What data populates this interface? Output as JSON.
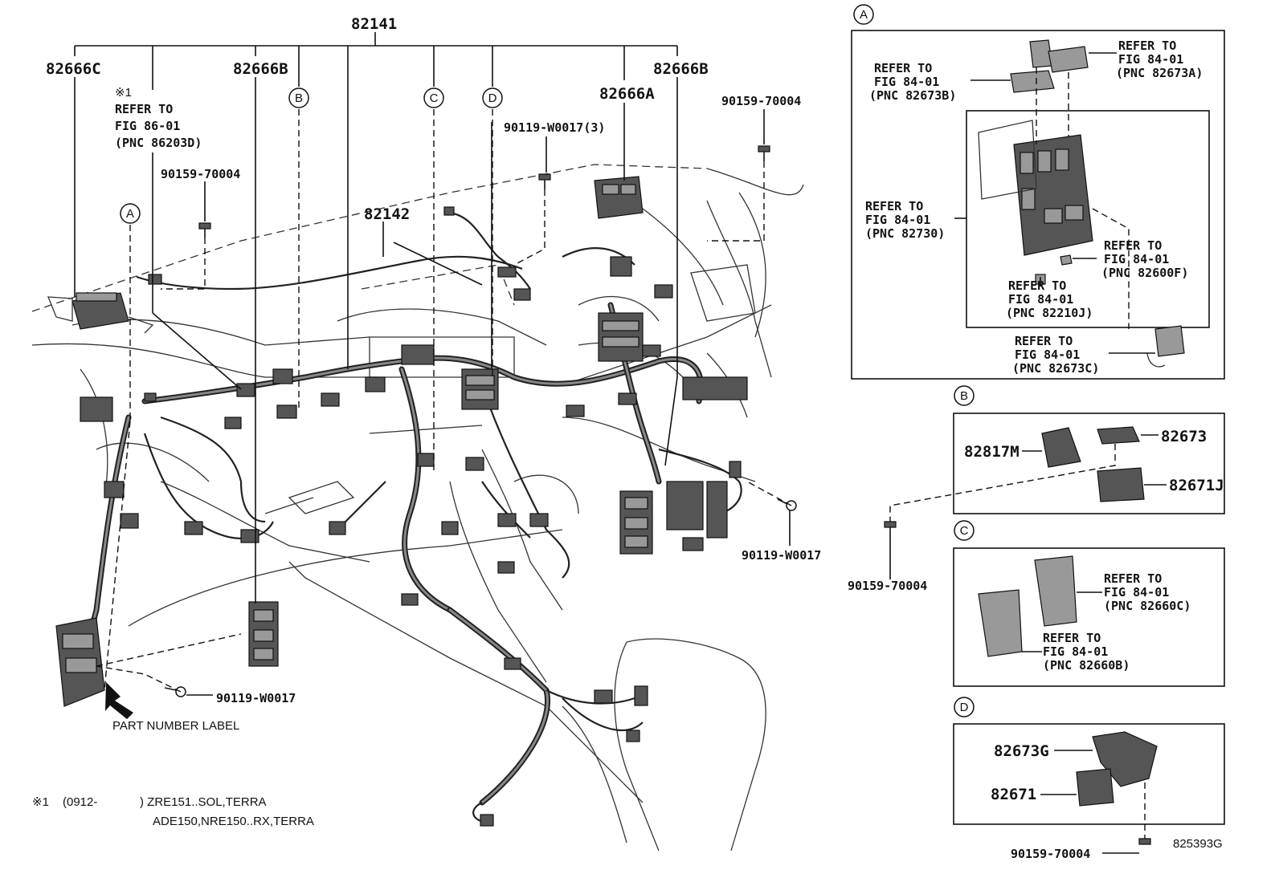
{
  "labels": {
    "main_harness": "82141",
    "c_82666c": "82666C",
    "c_82666b_left": "82666B",
    "c_82666b_right": "82666B",
    "c_82666a": "82666A",
    "note_mark": "※1",
    "refer86_line1": "REFER TO",
    "refer86_line2": "FIG 86-01",
    "refer86_line3": "(PNC 86203D)",
    "bolt_90159_left": "90159-70004",
    "bolt_90159_top": "90159-70004",
    "bolt_90119_3": "90119-W0017(3)",
    "sub_harness": "82142",
    "bolt_90119_right": "90119-W0017",
    "bolt_90119_bottom": "90119-W0017",
    "part_number_label": "PART NUMBER LABEL",
    "footnote_mark": "※1",
    "footnote_date": "(0912-",
    "footnote_line1": ") ZRE151..SOL,TERRA",
    "footnote_line2": "ADE150,NRE150..RX,TERRA",
    "callout_a": "A",
    "callout_b": "B",
    "callout_c": "C",
    "callout_d": "D",
    "diagram_id": "825393G"
  },
  "panel_a": {
    "tag": "A",
    "ref1": [
      "REFER TO",
      "FIG 84-01",
      "(PNC 82673A)"
    ],
    "ref2": [
      "REFER TO",
      "FIG 84-01",
      "(PNC 82673B)"
    ],
    "ref3": [
      "REFER TO",
      "FIG 84-01",
      "(PNC 82730)"
    ],
    "ref4": [
      "REFER TO",
      "FIG 84-01",
      "(PNC 82600F)"
    ],
    "ref5": [
      "REFER TO",
      "FIG 84-01",
      "(PNC 82210J)"
    ],
    "ref6": [
      "REFER TO",
      "FIG 84-01",
      "(PNC 82673C)"
    ]
  },
  "panel_b": {
    "tag": "B",
    "p1": "82817M",
    "p2": "82673",
    "p3": "82671J",
    "bolt": "90159-70004"
  },
  "panel_c": {
    "tag": "C",
    "ref1": [
      "REFER TO",
      "FIG 84-01",
      "(PNC 82660C)"
    ],
    "ref2": [
      "REFER TO",
      "FIG 84-01",
      "(PNC 82660B)"
    ]
  },
  "panel_d": {
    "tag": "D",
    "p1": "82673G",
    "p2": "82671",
    "bolt": "90159-70004"
  }
}
